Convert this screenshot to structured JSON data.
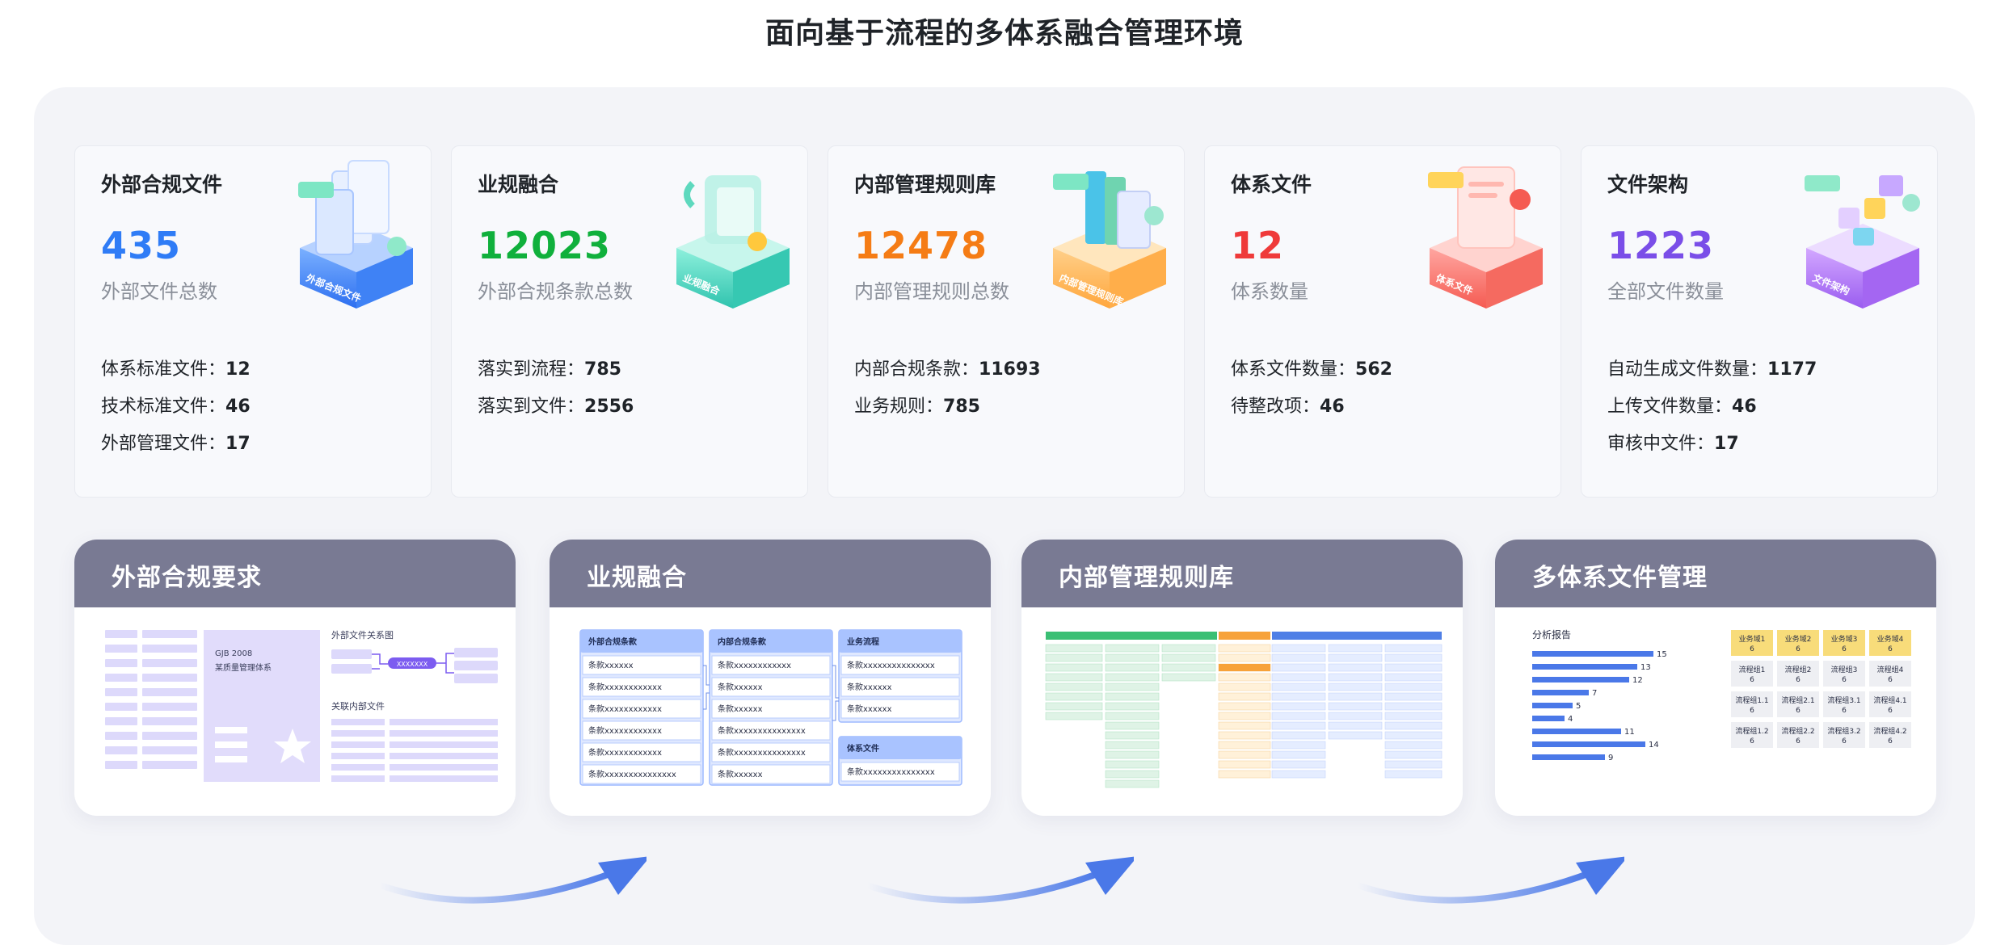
{
  "page": {
    "title": "面向基于流程的多体系融合管理环境"
  },
  "cards": [
    {
      "title": "外部合规文件",
      "number": "435",
      "subtitle": "外部文件总数",
      "color": "#2f7cf6",
      "illus_label": "外部合规文件",
      "details": [
        {
          "label": "体系标准文件：",
          "value": "12"
        },
        {
          "label": "技术标准文件：",
          "value": "46"
        },
        {
          "label": "外部管理文件：",
          "value": "17"
        }
      ]
    },
    {
      "title": "业规融合",
      "number": "12023",
      "subtitle": "外部合规条款总数",
      "color": "#10b03c",
      "illus_label": "业规融合",
      "details": [
        {
          "label": "落实到流程：",
          "value": "785"
        },
        {
          "label": "落实到文件：",
          "value": "2556"
        }
      ]
    },
    {
      "title": "内部管理规则库",
      "number": "12478",
      "subtitle": "内部管理规则总数",
      "color": "#f57c15",
      "illus_label": "内部管理规则库",
      "details": [
        {
          "label": "内部合规条款：",
          "value": "11693"
        },
        {
          "label": "业务规则：",
          "value": "785"
        }
      ]
    },
    {
      "title": "体系文件",
      "number": "12",
      "subtitle": "体系数量",
      "color": "#ef3a3a",
      "illus_label": "体系文件",
      "details": [
        {
          "label": "体系文件数量：",
          "value": "562"
        },
        {
          "label": "待整改项：",
          "value": "46"
        }
      ]
    },
    {
      "title": "文件架构",
      "number": "1223",
      "subtitle": "全部文件数量",
      "color": "#7a4ee8",
      "illus_label": "文件架构",
      "details": [
        {
          "label": "自动生成文件数量：",
          "value": "1177"
        },
        {
          "label": "上传文件数量：",
          "value": "46"
        },
        {
          "label": "审核中文件：",
          "value": "17"
        }
      ]
    }
  ],
  "flow": [
    {
      "title": "外部合规要求"
    },
    {
      "title": "业规融合"
    },
    {
      "title": "内部管理规则库"
    },
    {
      "title": "多体系文件管理"
    }
  ],
  "ext": {
    "doc_title_1": "GJB 2008",
    "doc_title_2": "某质量管理体系",
    "relation_label": "外部文件关系图",
    "node_label": "XXXXXXX",
    "related_label": "关联内部文件"
  },
  "fusion": {
    "col1": {
      "header": "外部合规条款",
      "rows": [
        "条款xxxxxx",
        "条款xxxxxxxxxxxx",
        "条款xxxxxxxxxxxx",
        "条款xxxxxxxxxxxx",
        "条款xxxxxxxxxxxx",
        "条款xxxxxxxxxxxxxxx"
      ]
    },
    "col2": {
      "header": "内部合规条款",
      "rows": [
        "条款xxxxxxxxxxxx",
        "条款xxxxxx",
        "条款xxxxxx",
        "条款xxxxxxxxxxxxxxx",
        "条款xxxxxxxxxxxxxxx",
        "条款xxxxxx"
      ]
    },
    "col3": {
      "header": "业务流程",
      "rows": [
        "条款xxxxxxxxxxxxxxx",
        "条款xxxxxx",
        "条款xxxxxx"
      ]
    },
    "col4": {
      "header": "体系文件",
      "rows": [
        "条款xxxxxxxxxxxxxxx"
      ]
    }
  },
  "analysis": {
    "label": "分析报告",
    "bars": [
      15,
      13,
      12,
      7,
      5,
      4,
      11,
      14,
      9
    ],
    "grid_headers": [
      {
        "name": "业务域1",
        "count": "6"
      },
      {
        "name": "业务域2",
        "count": "6"
      },
      {
        "name": "业务域3",
        "count": "6"
      },
      {
        "name": "业务域4",
        "count": "6"
      }
    ],
    "grid_rows": [
      [
        {
          "name": "流程组1",
          "count": "6"
        },
        {
          "name": "流程组2",
          "count": "6"
        },
        {
          "name": "流程组3",
          "count": "6"
        },
        {
          "name": "流程组4",
          "count": "6"
        }
      ],
      [
        {
          "name": "流程组1.1",
          "count": "6"
        },
        {
          "name": "流程组2.1",
          "count": "6"
        },
        {
          "name": "流程组3.1",
          "count": "6"
        },
        {
          "name": "流程组4.1",
          "count": "6"
        }
      ],
      [
        {
          "name": "流程组1.2",
          "count": "6"
        },
        {
          "name": "流程组2.2",
          "count": "6"
        },
        {
          "name": "流程组3.2",
          "count": "6"
        },
        {
          "name": "流程组4.2",
          "count": "6"
        }
      ]
    ]
  },
  "colors": {
    "flow_header": "#797a93",
    "accent_blue": "#4a78e8",
    "grid_header_yellow": "#f8dc7a"
  }
}
